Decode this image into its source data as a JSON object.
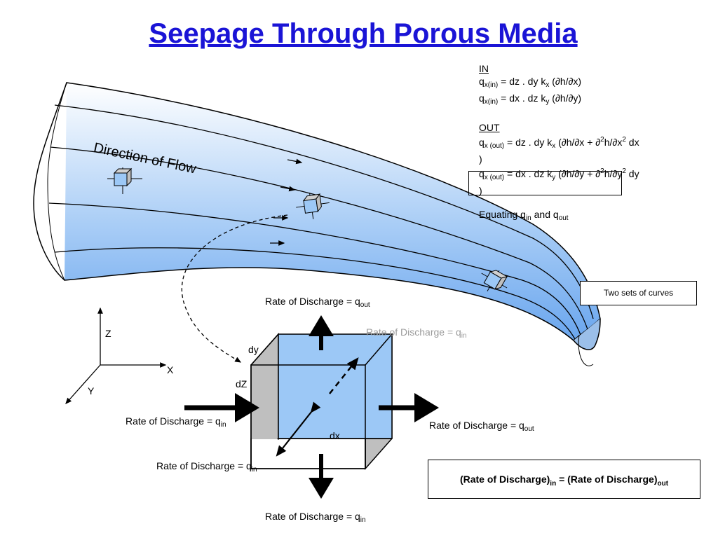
{
  "title": "Seepage Through Porous Media",
  "flow_label": "Direction of Flow",
  "axes": {
    "z": "Z",
    "x": "X",
    "y": "Y"
  },
  "cube": {
    "dy": "dy",
    "dz": "dZ",
    "dx": "dx"
  },
  "discharge": {
    "prefix": "Rate of Discharge = q",
    "in": "in",
    "out": "out"
  },
  "equations": {
    "in_header": "IN",
    "in_line1": {
      "q": "q",
      "sub": "x(in)",
      "rest": " = dz .  dy k",
      "ksub": "x",
      "tail": " (∂h/∂x)"
    },
    "in_line2": {
      "q": "q",
      "sub": "x(in)",
      "rest": " = dx .  dz k",
      "ksub": "y",
      "tail": " (∂h/∂y)"
    },
    "out_header": "OUT",
    "out_line1": {
      "q": "q",
      "sub": "x (out)",
      "rest": " = dz .  dy k",
      "ksub": "x",
      "mid": " (∂h/∂x + ∂",
      "sup1": "2",
      "mid2": "h/∂x",
      "sup2": "2",
      "tail": " dx",
      "close": ")"
    },
    "out_line2": {
      "q": "q",
      "sub": "x (out)",
      "rest": " = dx .  dz k",
      "ksub": "y",
      "mid": " (∂h/∂y + ∂",
      "sup1": "2",
      "mid2": "h/∂y",
      "sup2": "2",
      "tail": " dy",
      "close": ")"
    },
    "equating": {
      "text": "Equating q",
      "sub1": "in",
      "and": " and q",
      "sub2": "out"
    }
  },
  "two_sets": "Two sets of curves",
  "balance": {
    "open": "(Rate of Discharge)",
    "sub1": "in",
    "eq": " = (Rate of Discharge)",
    "sub2": "out"
  },
  "colors": {
    "title": "#1a14d6",
    "flow_fill": "#7fb2ef",
    "cube_fill": "#9cc8f6",
    "side_fill": "#bfbfbf"
  }
}
